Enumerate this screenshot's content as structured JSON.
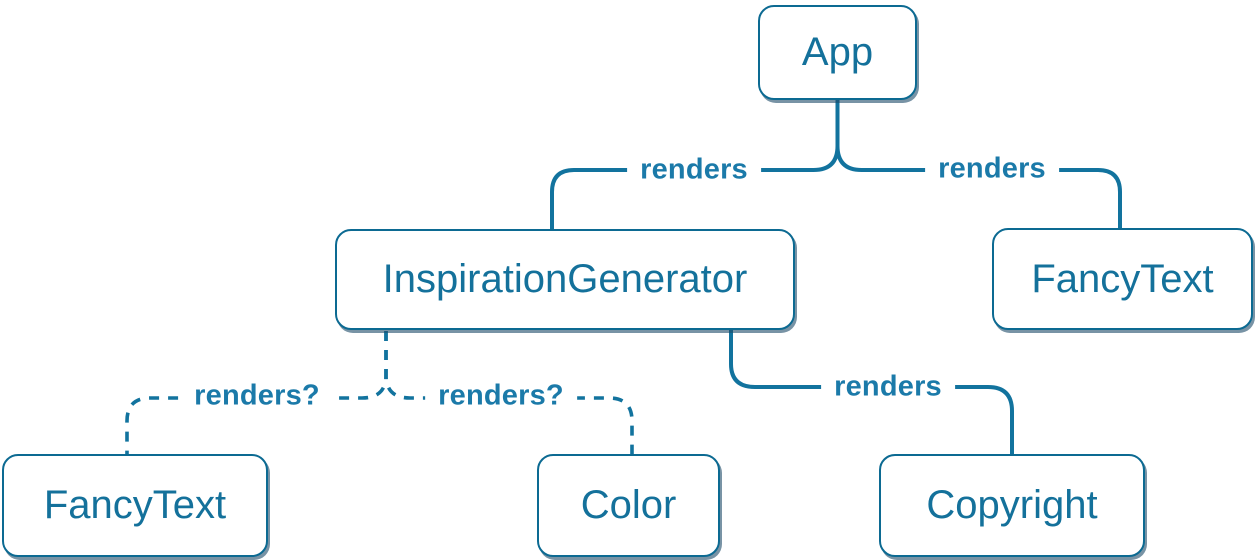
{
  "colors": {
    "bg": "#ffffff",
    "line": "#12739e",
    "edge_label": "#1b7aa9",
    "node_text": "#14719b",
    "node_border": "#0c6a92",
    "node_shadow": "rgba(30,75,105,0.6)"
  },
  "nodes": [
    {
      "id": "app",
      "label": "App"
    },
    {
      "id": "inspiration-generator",
      "label": "InspirationGenerator"
    },
    {
      "id": "fancy-text-top",
      "label": "FancyText"
    },
    {
      "id": "fancy-text-bottom",
      "label": "FancyText"
    },
    {
      "id": "color",
      "label": "Color"
    },
    {
      "id": "copyright",
      "label": "Copyright"
    }
  ],
  "edges": [
    {
      "from": "App",
      "to": "InspirationGenerator",
      "label": "renders",
      "style": "solid"
    },
    {
      "from": "App",
      "to": "FancyText",
      "label": "renders",
      "style": "solid"
    },
    {
      "from": "InspirationGenerator",
      "to": "FancyText",
      "label": "renders?",
      "style": "dashed"
    },
    {
      "from": "InspirationGenerator",
      "to": "Color",
      "label": "renders?",
      "style": "dashed"
    },
    {
      "from": "InspirationGenerator",
      "to": "Copyright",
      "label": "renders",
      "style": "solid"
    }
  ]
}
